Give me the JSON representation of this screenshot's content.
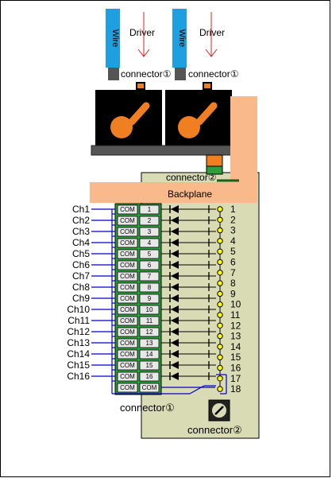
{
  "labels": {
    "wire": "Wire",
    "driver": "Driver",
    "connector_1": "connector①",
    "connector_2": "connector②",
    "backplane": "Backplane",
    "com": "COM"
  },
  "channels": [
    "Ch1",
    "Ch2",
    "Ch3",
    "Ch4",
    "Ch5",
    "Ch6",
    "Ch7",
    "Ch8",
    "Ch9",
    "Ch10",
    "Ch11",
    "Ch12",
    "Ch13",
    "Ch14",
    "Ch15",
    "Ch16"
  ],
  "terminal_numbers": [
    "1",
    "2",
    "3",
    "4",
    "5",
    "6",
    "7",
    "8",
    "9",
    "10",
    "11",
    "12",
    "13",
    "14",
    "15",
    "16"
  ],
  "pin_numbers": [
    "1",
    "2",
    "3",
    "4",
    "5",
    "6",
    "7",
    "8",
    "9",
    "10",
    "11",
    "12",
    "13",
    "14",
    "15",
    "16",
    "17",
    "18"
  ],
  "colors": {
    "wire_blue": "#1e9fe0",
    "driver_arrow": "#e02020",
    "backplane": "#f9b98b",
    "board": "#d9dbb4",
    "terminal_green": "#2f9e3f",
    "knob": "#f07f22",
    "signal_blue": "#0000cc",
    "pin_yellow": "#ffff00"
  }
}
